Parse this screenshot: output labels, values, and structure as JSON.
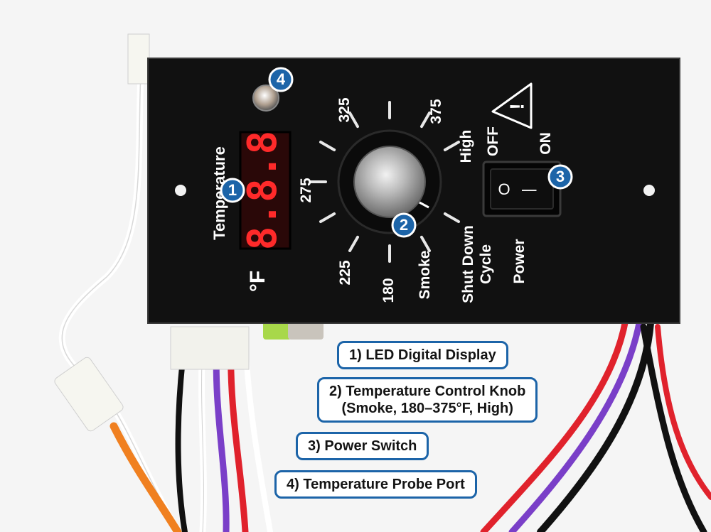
{
  "panel": {
    "temperature_label": "Temperature",
    "unit_label": "°F",
    "display_digits": "8.8.8",
    "dial_labels": [
      "Smoke",
      "180",
      "225",
      "275",
      "325",
      "375",
      "High",
      "Shut Down Cycle"
    ],
    "shutdown_label_line1": "Shut Down",
    "shutdown_label_line2": "Cycle",
    "switch_off_label": "OFF",
    "switch_on_label": "ON",
    "switch_off_glyph": "O",
    "switch_on_glyph": "|",
    "power_label": "Power",
    "warning_glyph": "!"
  },
  "badges": [
    "1",
    "2",
    "3",
    "4"
  ],
  "callouts": [
    {
      "text": "1) LED Digital Display"
    },
    {
      "line1": "2) Temperature Control Knob",
      "line2": "(Smoke, 180–375°F, High)"
    },
    {
      "text": "3) Power Switch"
    },
    {
      "text": "4) Temperature Probe Port"
    }
  ],
  "colors": {
    "badge_blue": "#1c64a8",
    "panel_black": "#111111",
    "led_red": "#ff2a2a"
  }
}
